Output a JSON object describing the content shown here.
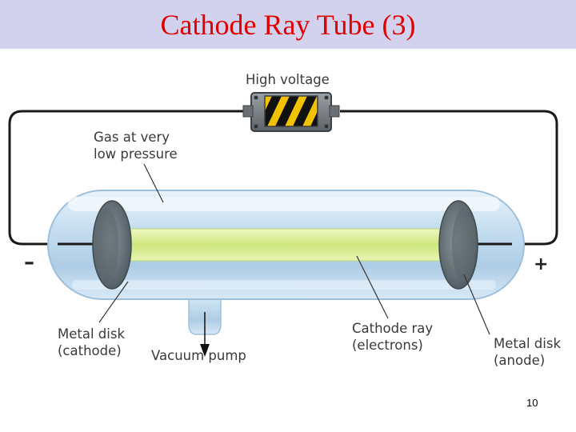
{
  "slide": {
    "title": "Cathode Ray Tube (3)",
    "page_number": "10"
  },
  "diagram": {
    "labels": {
      "high_voltage": "High voltage",
      "gas_line1": "Gas at very",
      "gas_line2": "low pressure",
      "cathode_line1": "Metal disk",
      "cathode_line2": "(cathode)",
      "vacuum_pump": "Vacuum pump",
      "ray_line1": "Cathode ray",
      "ray_line2": "(electrons)",
      "anode_line1": "Metal disk",
      "anode_line2": "(anode)"
    },
    "signs": {
      "negative": "–",
      "positive": "+"
    },
    "colors": {
      "title": "#e00000",
      "title_bar": "#d2d2ee",
      "tube_glass": "#bcd9ee",
      "ray_glow": "#d6ec8e",
      "wire": "#1a1a1a",
      "hazard_yellow": "#f2c200"
    }
  }
}
